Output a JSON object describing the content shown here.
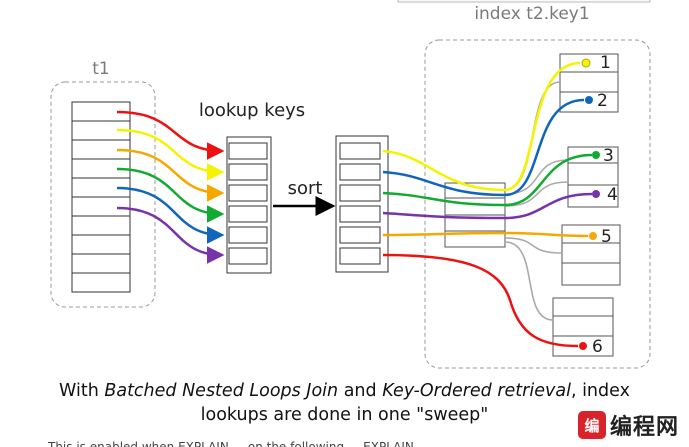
{
  "labels": {
    "t1": "t1",
    "lookup_keys": "lookup keys",
    "sort": "sort",
    "index": "index t2.key1"
  },
  "targets": [
    "1",
    "2",
    "3",
    "4",
    "5",
    "6"
  ],
  "colors": {
    "red": "#ee1111",
    "yellow": "#f4f400",
    "orange": "#f5a800",
    "green": "#11aa33",
    "blue": "#1166bb",
    "purple": "#7733aa",
    "box_dash": "#999999",
    "gray_line": "#aaaaaa"
  },
  "caption": {
    "line1_a": "With ",
    "line1_b": "Batched Nested Loops Join",
    "line1_c": " and ",
    "line1_d": "Key-Ordered retrieval",
    "line1_e": ", index",
    "line2": "lookups are done in one \"sweep\""
  },
  "bottom_text": "This is enabled when EXPLAIN ... on the following ... EXPLAIN ... ",
  "watermark": {
    "logo": "编",
    "text": "编程网"
  }
}
